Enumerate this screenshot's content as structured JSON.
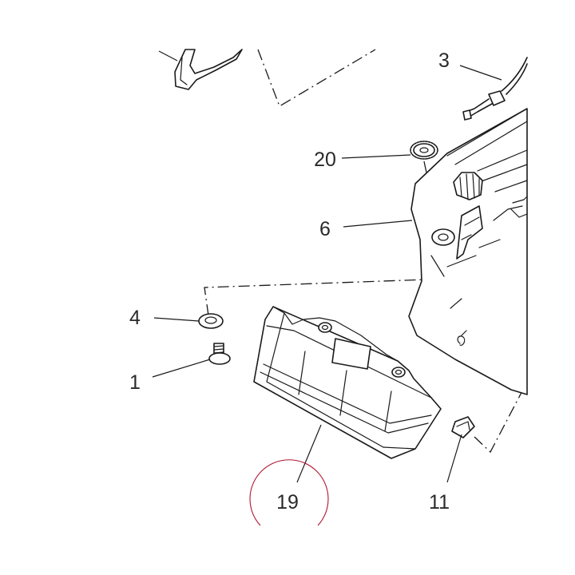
{
  "diagram": {
    "callouts": [
      {
        "id": "callout-1",
        "label": "1"
      },
      {
        "id": "callout-3",
        "label": "3"
      },
      {
        "id": "callout-4",
        "label": "4"
      },
      {
        "id": "callout-6",
        "label": "6"
      },
      {
        "id": "callout-11",
        "label": "11"
      },
      {
        "id": "callout-19",
        "label": "19"
      },
      {
        "id": "callout-20",
        "label": "20"
      }
    ],
    "highlighted_callout": "19",
    "colors": {
      "line": "#1a1a1a",
      "text": "#2a2a2a",
      "highlight_circle": "#b01530",
      "background": "#ffffff"
    }
  }
}
